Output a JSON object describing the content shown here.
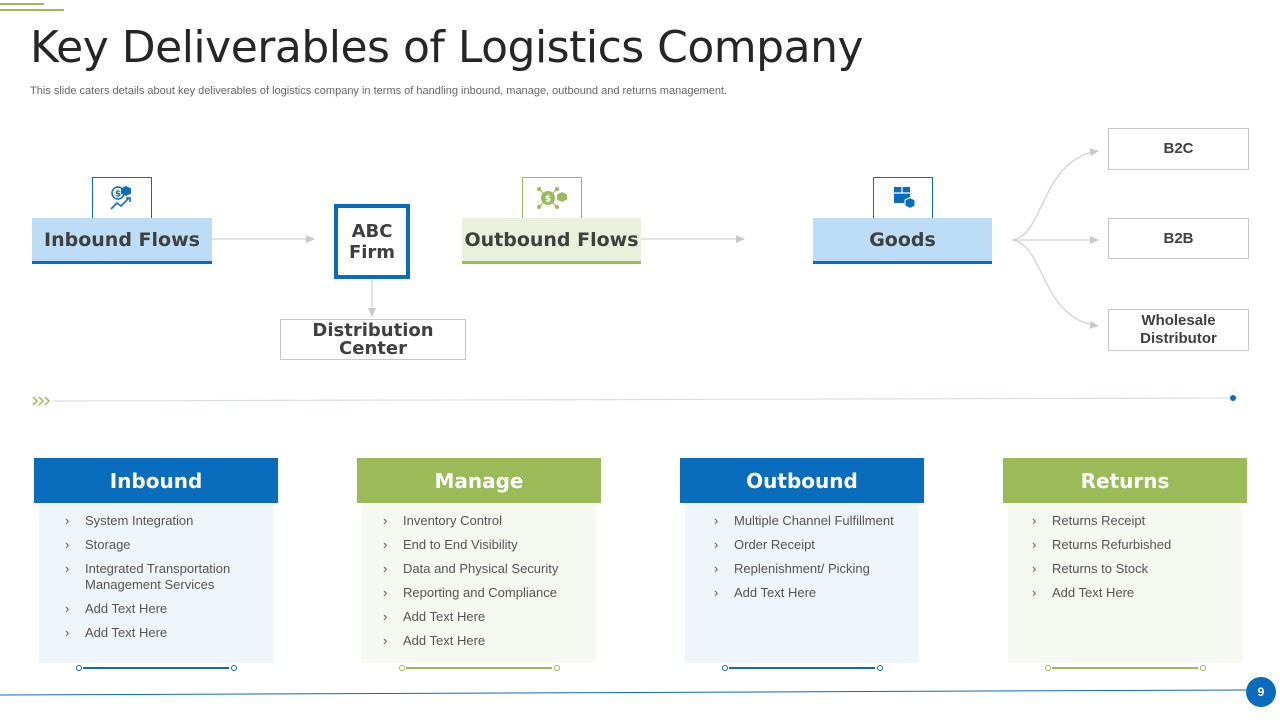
{
  "slide": {
    "title": "Key Deliverables of Logistics Company",
    "subtitle": "This slide caters details about key deliverables of logistics company in terms of handling inbound, manage, outbound and returns management.",
    "page_number": "9"
  },
  "flow": {
    "inbound_flows": "Inbound Flows",
    "abc_firm_line1": "ABC",
    "abc_firm_line2": "Firm",
    "distribution_center": "Distribution Center",
    "outbound_flows": "Outbound Flows",
    "goods": "Goods",
    "outputs": {
      "b2c": "B2C",
      "b2b": "B2B",
      "wholesale_line1": "Wholesale",
      "wholesale_line2": "Distributor"
    }
  },
  "icons": {
    "inbound": "money-growth-icon",
    "outbound": "coin-network-icon",
    "goods": "package-box-icon",
    "divider": "chevrons-right-icon"
  },
  "colors": {
    "blue": "#0a6cbd",
    "green": "#9bbb59",
    "light_blue": "#bdddf7",
    "light_green": "#eaf0dc"
  },
  "cards": [
    {
      "title": "Inbound",
      "items": [
        "System Integration",
        "Storage",
        "Integrated Transportation Management Services",
        "Add Text Here",
        "Add Text Here"
      ]
    },
    {
      "title": "Manage",
      "items": [
        "Inventory  Control",
        "End to End Visibility",
        "Data and Physical Security",
        "Reporting  and Compliance",
        "Add Text Here",
        "Add Text Here"
      ]
    },
    {
      "title": "Outbound",
      "items": [
        "Multiple Channel Fulfillment",
        "Order Receipt",
        "Replenishment/ Picking",
        "Add Text Here"
      ]
    },
    {
      "title": "Returns",
      "items": [
        "Returns Receipt",
        "Returns Refurbished",
        "Returns to Stock",
        "Add Text Here"
      ]
    }
  ]
}
